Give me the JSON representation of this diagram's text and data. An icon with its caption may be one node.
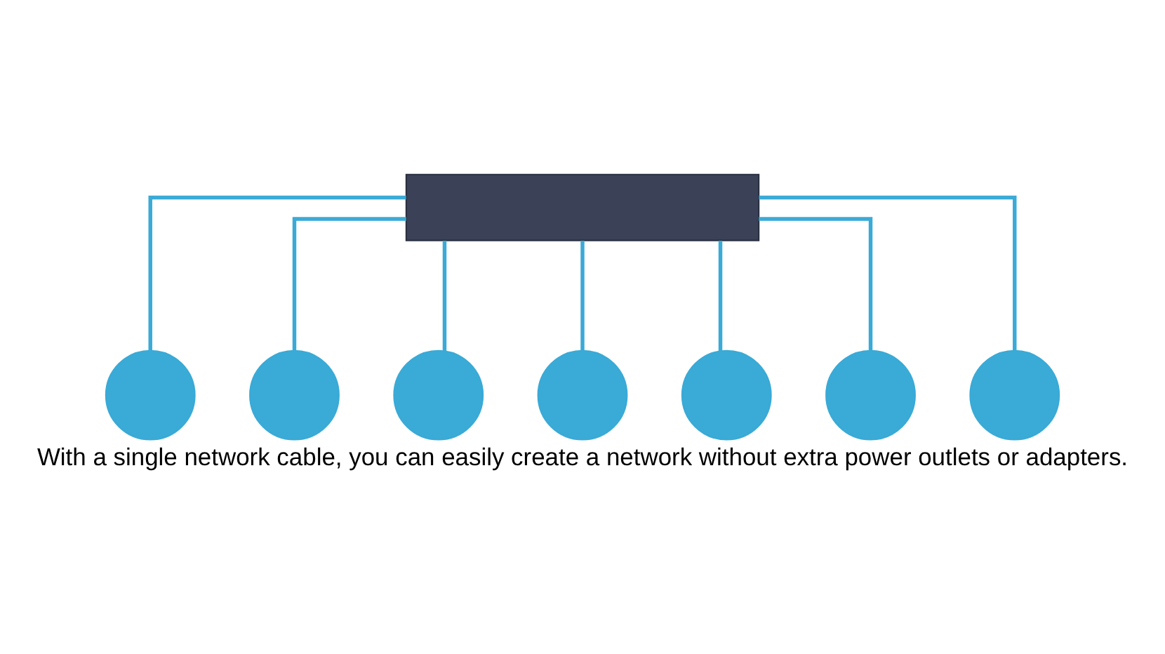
{
  "diagram": {
    "caption": "With a single network cable, you can easily create a network without extra power outlets or adapters.",
    "nodes": [
      {
        "text": [],
        "shape": "box"
      },
      {
        "text": [],
        "shape": "circle"
      },
      {
        "text": [],
        "shape": "circle"
      },
      {
        "text": [],
        "shape": "circle"
      },
      {
        "text": [],
        "shape": "circle"
      },
      {
        "text": [],
        "shape": "circle"
      },
      {
        "text": [],
        "shape": "circle"
      },
      {
        "text": [],
        "shape": "circle"
      }
    ],
    "edges": [
      {
        "from": 0,
        "to": 1,
        "arrow": "none"
      },
      {
        "from": 0,
        "to": 2,
        "arrow": "none"
      },
      {
        "from": 0,
        "to": 3,
        "arrow": "none"
      },
      {
        "from": 0,
        "to": 4,
        "arrow": "none"
      },
      {
        "from": 0,
        "to": 5,
        "arrow": "none"
      },
      {
        "from": 0,
        "to": 6,
        "arrow": "none"
      },
      {
        "from": 0,
        "to": 7,
        "arrow": "none"
      }
    ]
  }
}
